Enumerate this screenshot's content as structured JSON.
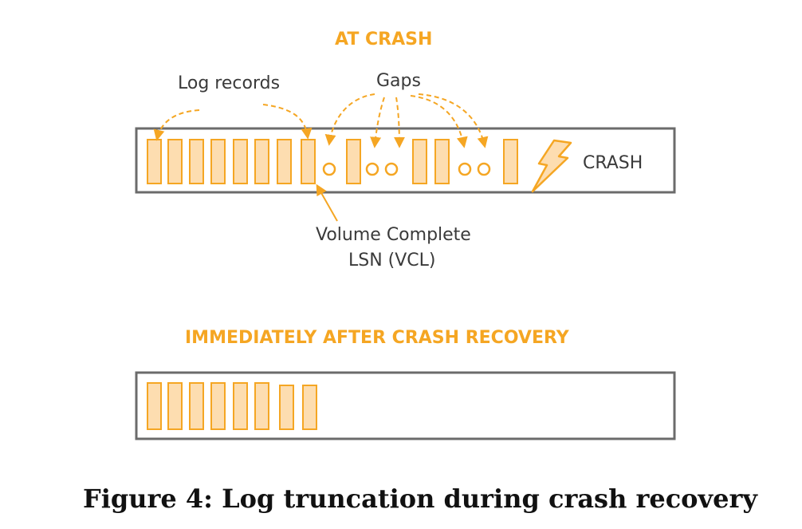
{
  "diagram": {
    "top_heading": "AT CRASH",
    "log_records_label": "Log records",
    "gaps_label": "Gaps",
    "crash_label": "CRASH",
    "vcl_label_line1": "Volume Complete",
    "vcl_label_line2": "LSN (VCL)",
    "bottom_heading": "IMMEDIATELY AFTER CRASH RECOVERY"
  },
  "caption": "Figure 4: Log truncation during crash recovery",
  "colors": {
    "accent": "#F5A623",
    "record_fill": "#FDDDB0",
    "box_border": "#6b6b6b",
    "text": "#3a3a3a"
  },
  "icons": [
    "lightning-bolt-icon"
  ]
}
